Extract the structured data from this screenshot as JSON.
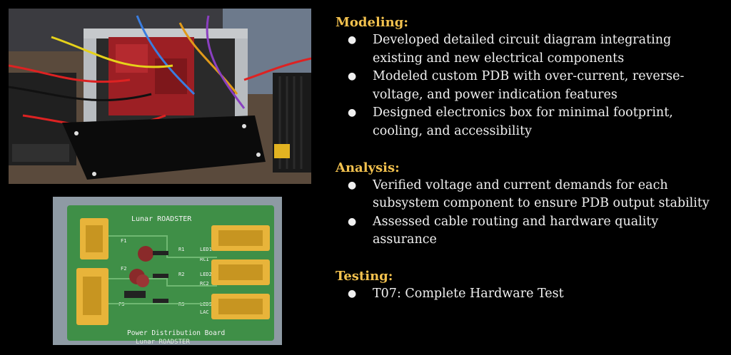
{
  "images": {
    "electronics_box_photo": {
      "description_icon": "photo-icon"
    },
    "pdb_photo": {
      "board_title_top": "Lunar ROADSTER",
      "board_title_bottom": "Power Distribution Board",
      "board_title_bottom_mirror": "Lunar ROADSTER",
      "labels": [
        "F1",
        "F2",
        "F3",
        "R1",
        "R2",
        "R3",
        "LED1",
        "LED2",
        "LED3",
        "RC1",
        "RC2",
        "LAC"
      ]
    }
  },
  "sections": [
    {
      "title": "Modeling:",
      "bullets": [
        "Developed detailed circuit diagram integrating existing and new electrical components",
        "Modeled custom PDB with over-current, reverse-voltage, and power indication features",
        "Designed electronics box for minimal footprint, cooling, and accessibility"
      ]
    },
    {
      "title": "Analysis:",
      "bullets": [
        "Verified voltage and current demands for each subsystem component to ensure PDB output stability",
        "Assessed cable routing and hardware quality assurance"
      ]
    },
    {
      "title": "Testing:",
      "bullets": [
        "T07: Complete Hardware Test"
      ]
    }
  ],
  "bullet_glyph": "●",
  "colors": {
    "heading": "#f2c14e",
    "text": "#f0f0f0",
    "background": "#000000",
    "pcb": "#3f8f47"
  }
}
